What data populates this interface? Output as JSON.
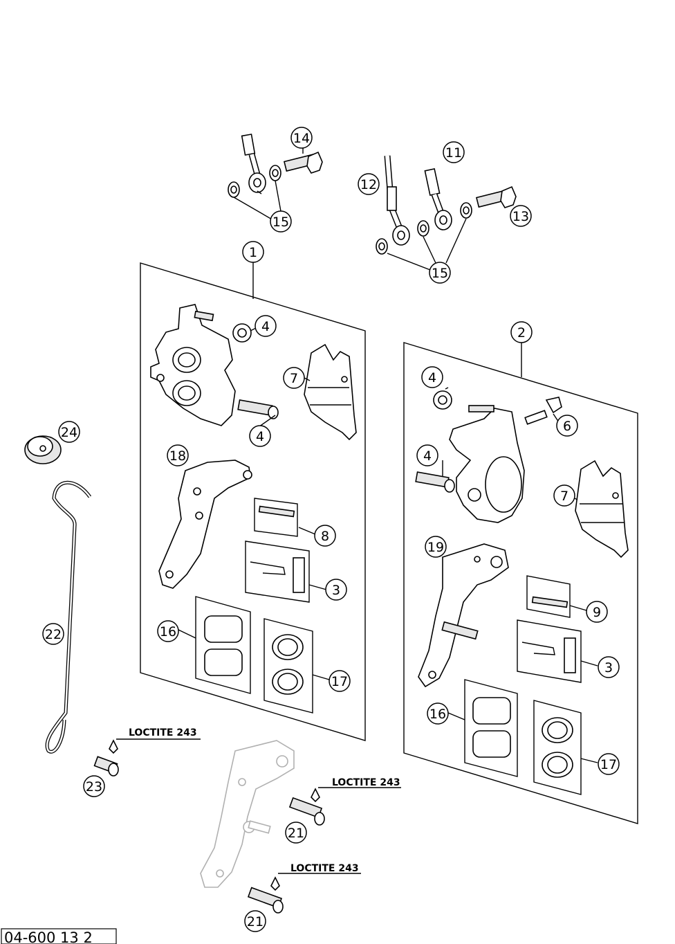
{
  "figure_ref": "04-600 13 2",
  "note": "LOCTITE 243",
  "callouts": [
    {
      "id": "c1",
      "label": "1"
    },
    {
      "id": "c2",
      "label": "2"
    },
    {
      "id": "c3a",
      "label": "3"
    },
    {
      "id": "c3b",
      "label": "3"
    },
    {
      "id": "c4a",
      "label": "4"
    },
    {
      "id": "c4b",
      "label": "4"
    },
    {
      "id": "c4c",
      "label": "4"
    },
    {
      "id": "c4d",
      "label": "4"
    },
    {
      "id": "c6",
      "label": "6"
    },
    {
      "id": "c7a",
      "label": "7"
    },
    {
      "id": "c7b",
      "label": "7"
    },
    {
      "id": "c8",
      "label": "8"
    },
    {
      "id": "c9",
      "label": "9"
    },
    {
      "id": "c11",
      "label": "11"
    },
    {
      "id": "c12",
      "label": "12"
    },
    {
      "id": "c13",
      "label": "13"
    },
    {
      "id": "c14",
      "label": "14"
    },
    {
      "id": "c15a",
      "label": "15"
    },
    {
      "id": "c15b",
      "label": "15"
    },
    {
      "id": "c16a",
      "label": "16"
    },
    {
      "id": "c16b",
      "label": "16"
    },
    {
      "id": "c17a",
      "label": "17"
    },
    {
      "id": "c17b",
      "label": "17"
    },
    {
      "id": "c18",
      "label": "18"
    },
    {
      "id": "c19",
      "label": "19"
    },
    {
      "id": "c21a",
      "label": "21"
    },
    {
      "id": "c21b",
      "label": "21"
    },
    {
      "id": "c22",
      "label": "22"
    },
    {
      "id": "c23",
      "label": "23"
    },
    {
      "id": "c24",
      "label": "24"
    }
  ]
}
